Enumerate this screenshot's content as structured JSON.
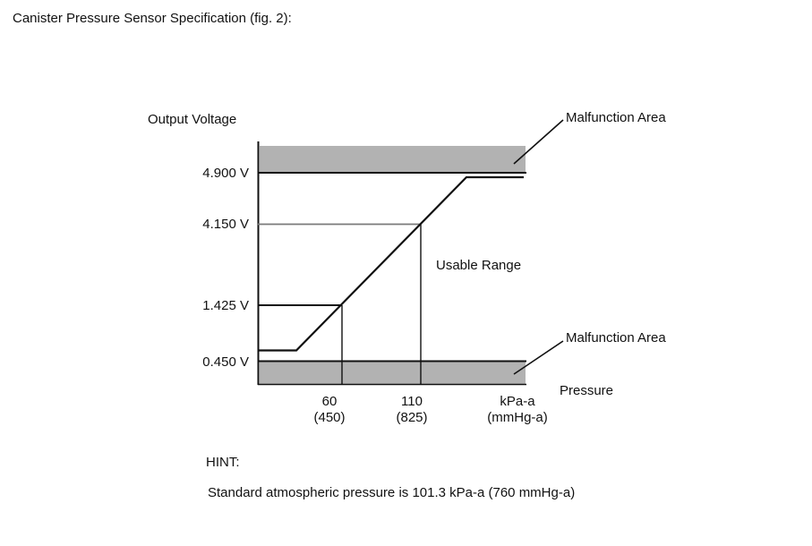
{
  "page": {
    "title": "Canister Pressure Sensor Specification (fig. 2):"
  },
  "chart": {
    "y_axis_title": "Output Voltage",
    "x_axis_title": "Pressure",
    "y_tick_labels": [
      "4.900 V",
      "4.150 V",
      "1.425 V",
      "0.450 V"
    ],
    "x_tick_groups": [
      {
        "line1": "60",
        "line2": "(450)"
      },
      {
        "line1": "110",
        "line2": "(825)"
      },
      {
        "line1": "kPa-a",
        "line2": "(mmHg-a)"
      }
    ]
  },
  "annotations": {
    "malfunction_top": "Malfunction Area",
    "usable_range": "Usable Range",
    "malfunction_bottom": "Malfunction Area"
  },
  "hint": {
    "label": "HINT:",
    "text": "Standard atmospheric pressure is 101.3 kPa-a (760 mmHg-a)"
  },
  "colors": {
    "malfunction_band": "#b2b2b2",
    "line": "#111111",
    "reference_line": "#7a7a7a",
    "background": "#ffffff"
  },
  "chart_data": {
    "type": "line",
    "title": "Canister Pressure Sensor Specification (fig. 2)",
    "xlabel": "Pressure",
    "ylabel": "Output Voltage",
    "x_units": [
      "kPa-a",
      "(mmHg-a)"
    ],
    "x_ticks": [
      {
        "kpa_a": 60,
        "mmhg_a": 450
      },
      {
        "kpa_a": 110,
        "mmhg_a": 825
      }
    ],
    "y_ticks_v": [
      4.9,
      4.15,
      1.425,
      0.45
    ],
    "series": [
      {
        "name": "sensor-output-curve",
        "shape": "low plateau, linear rise, high plateau",
        "low_plateau_v": "slightly above 0.450",
        "rise_points": [
          {
            "pressure_kpa_a": 60,
            "pressure_mmhg_a": 450,
            "voltage_v": 1.425
          },
          {
            "pressure_kpa_a": 110,
            "pressure_mmhg_a": 825,
            "voltage_v": 4.15
          }
        ],
        "high_plateau_v": "slightly below 4.900"
      }
    ],
    "malfunction_areas": [
      {
        "position": "above",
        "threshold_v": 4.9
      },
      {
        "position": "below",
        "threshold_v": 0.45
      }
    ],
    "usable_range": "between malfunction thresholds, sloped region labeled Usable Range",
    "hint_atmospheric_pressure": {
      "kpa_a": 101.3,
      "mmhg_a": 760
    },
    "grid": false,
    "legend": false
  }
}
